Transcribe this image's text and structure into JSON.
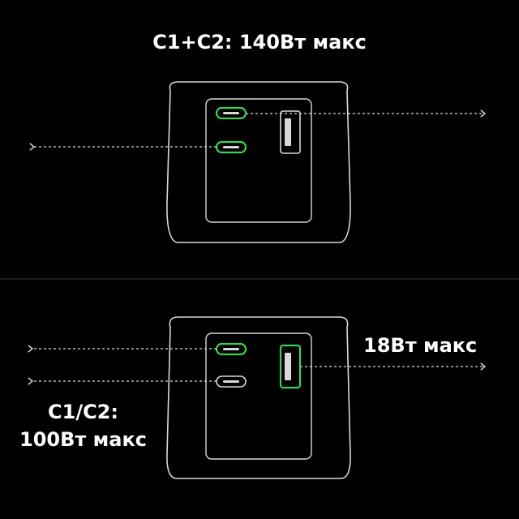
{
  "top_panel": {
    "label": "C1+C2: 140Вт макс",
    "ports": {
      "c1": {
        "active": true
      },
      "c2": {
        "active": true
      },
      "usb_a": {
        "active": false
      }
    }
  },
  "bottom_panel": {
    "label_left_line1": "C1/C2:",
    "label_left_line2": "100Вт макс",
    "label_right": "18Вт макс",
    "ports": {
      "c1": {
        "active": true
      },
      "c2": {
        "active": false
      },
      "usb_a": {
        "active": true
      }
    }
  },
  "colors": {
    "background": "#000000",
    "outline": "#d9d9d9",
    "active_port": "#39d353",
    "divider": "#3a3a3a",
    "text": "#ffffff"
  }
}
